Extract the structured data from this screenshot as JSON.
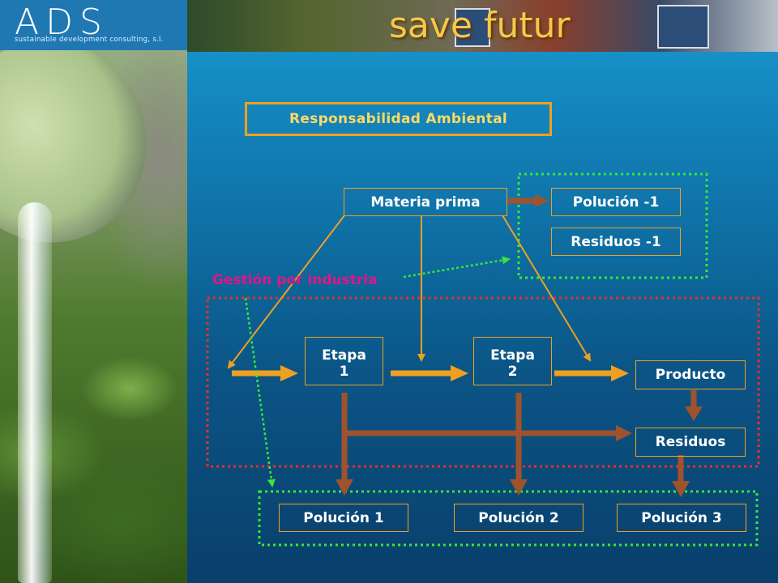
{
  "logo": {
    "text": "ADS",
    "subtitle": "sustainable development consulting, s.l."
  },
  "title": "save futur",
  "header_box": "Responsabilidad Ambiental",
  "nodes": {
    "materia": "Materia prima",
    "polucion_m1": "Polución -1",
    "residuos_m1": "Residuos -1",
    "gestion": "Gestión por industria",
    "etapa1_line1": "Etapa",
    "etapa1_line2": "1",
    "etapa2_line1": "Etapa",
    "etapa2_line2": "2",
    "producto": "Producto",
    "residuos": "Residuos",
    "polucion1": "Polución 1",
    "polucion2": "Polución 2",
    "polucion3": "Polución 3"
  },
  "colors": {
    "orange": "#f0a020",
    "brown": "#a0522d",
    "green_dotted": "#39e639",
    "red_dotted": "#e53030",
    "magenta": "#e0158a",
    "title": "#f5c84a"
  }
}
